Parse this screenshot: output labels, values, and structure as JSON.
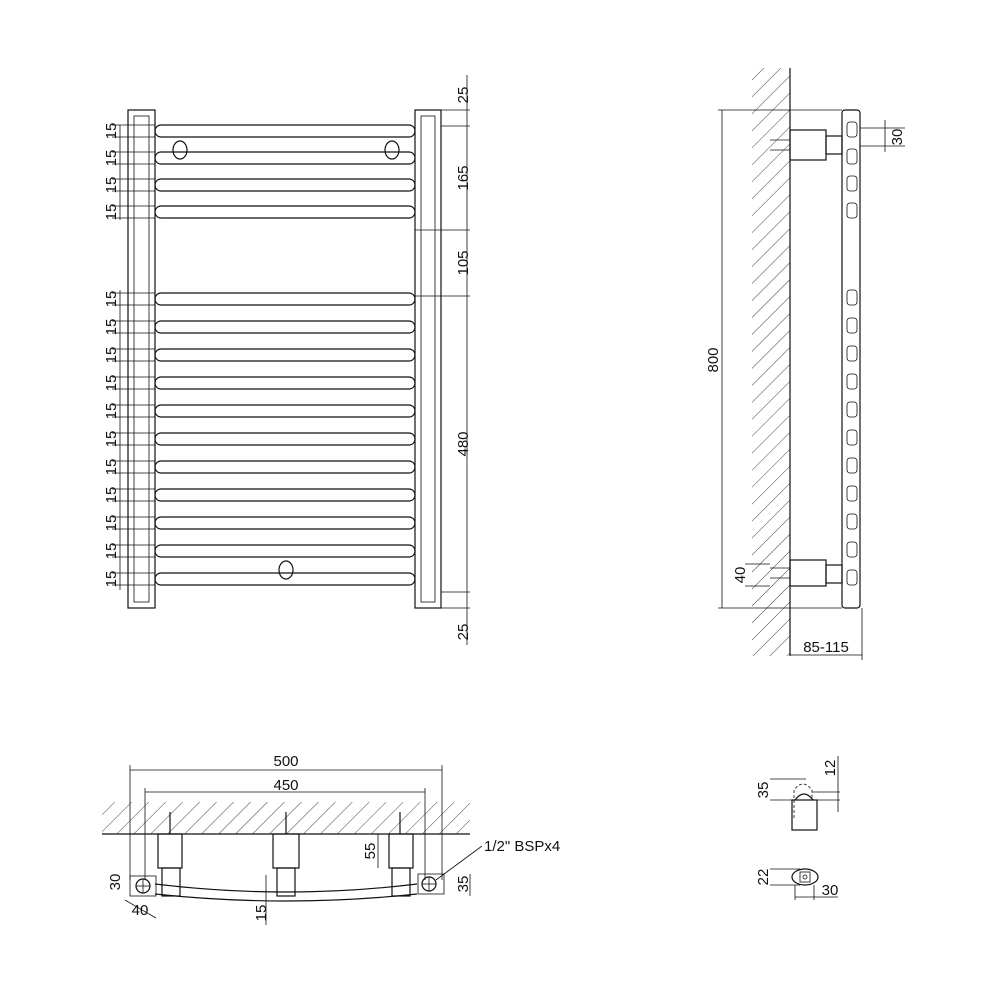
{
  "front_view": {
    "right_dims": [
      "25",
      "165",
      "105",
      "480",
      "25"
    ],
    "spacing_label": "15",
    "top_bar_count": 4,
    "bottom_bar_count": 11
  },
  "side_view": {
    "height": "800",
    "top_offset": "30",
    "bottom_offset": "40",
    "wall_distance": "85-115"
  },
  "plan_view": {
    "overall_width": "500",
    "center_distance": "450",
    "bracket_depth": "55",
    "left_w": "30",
    "left_d": "40",
    "curve_depth": "15",
    "right_h": "35",
    "connection": "1/2\" BSPx4"
  },
  "detail_view": {
    "d35": "35",
    "d12": "12",
    "d22": "22",
    "d30": "30"
  },
  "colors": {
    "line": "#111111",
    "background": "#ffffff"
  }
}
